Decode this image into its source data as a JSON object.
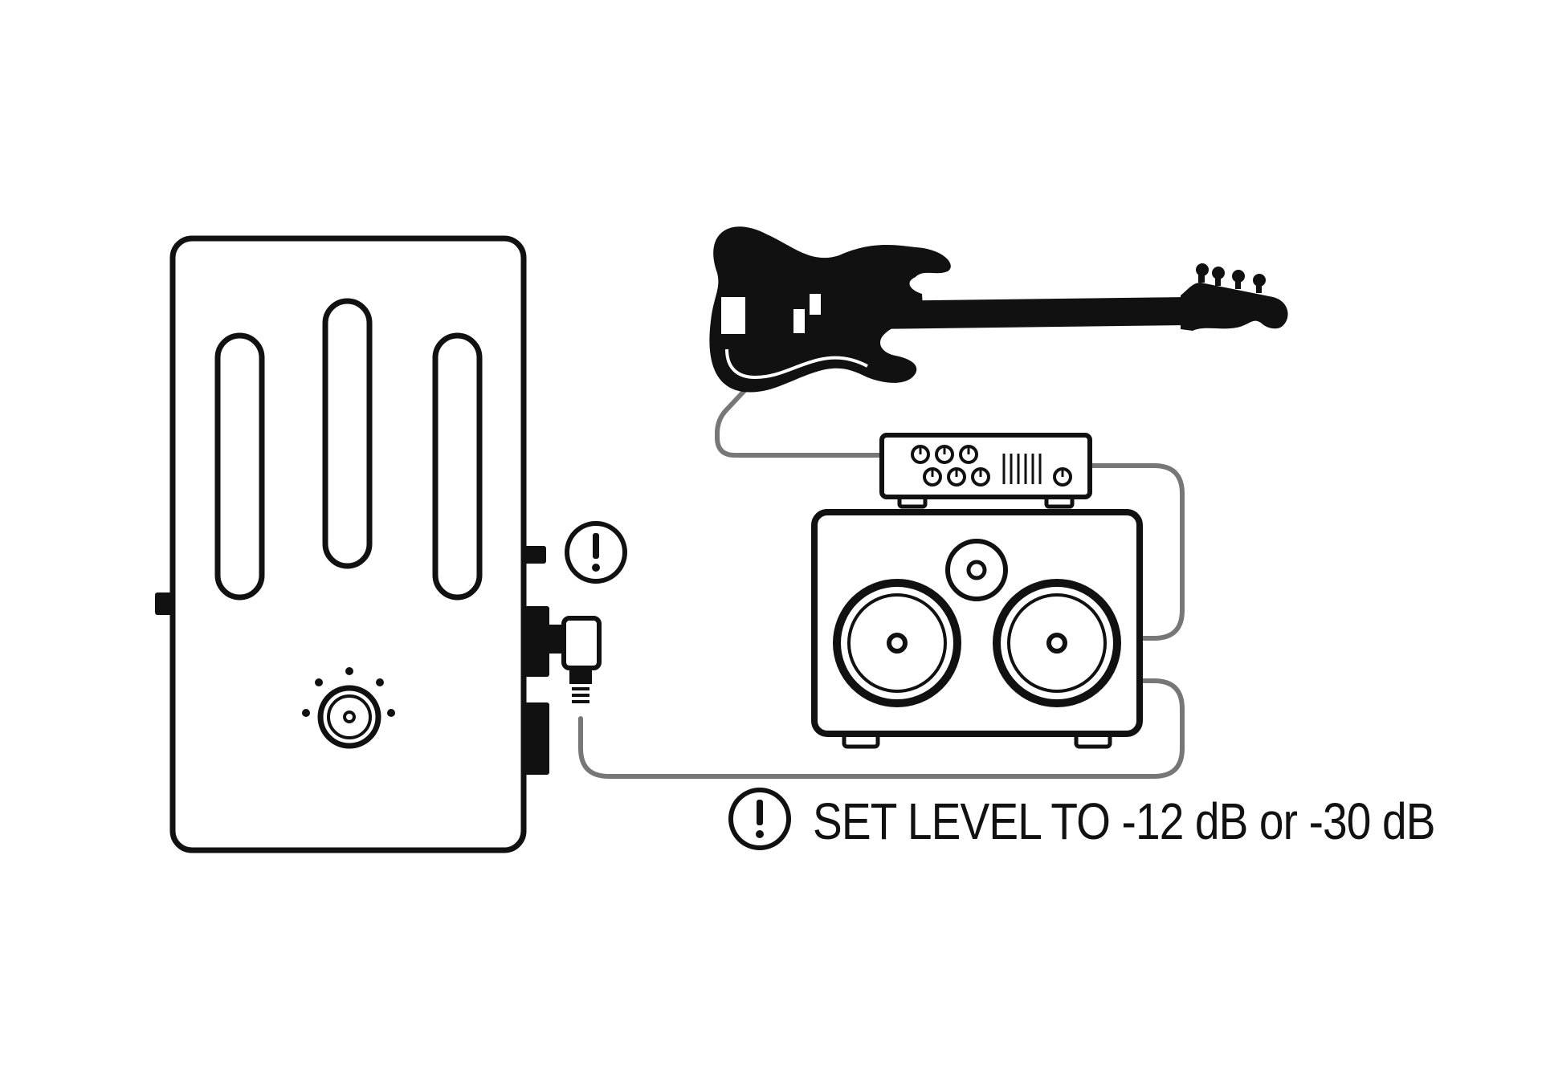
{
  "diagram": {
    "note_text": "SET LEVEL TO -12 dB or -30 dB",
    "components": [
      {
        "id": "pedal",
        "icon": "pedal-di-box"
      },
      {
        "id": "bass",
        "icon": "bass-guitar-icon"
      },
      {
        "id": "amp-head",
        "icon": "amp-head-icon"
      },
      {
        "id": "cabinet",
        "icon": "speaker-cabinet-icon"
      }
    ],
    "connections": [
      {
        "from": "bass",
        "to": "amp-head"
      },
      {
        "from": "amp-head",
        "to": "cabinet"
      },
      {
        "from": "cabinet",
        "to": "pedal"
      }
    ],
    "warning_icons": [
      "warning-exclamation-icon",
      "warning-exclamation-icon"
    ]
  },
  "colors": {
    "stroke": "#111111",
    "cable": "#777777",
    "background": "#ffffff"
  }
}
